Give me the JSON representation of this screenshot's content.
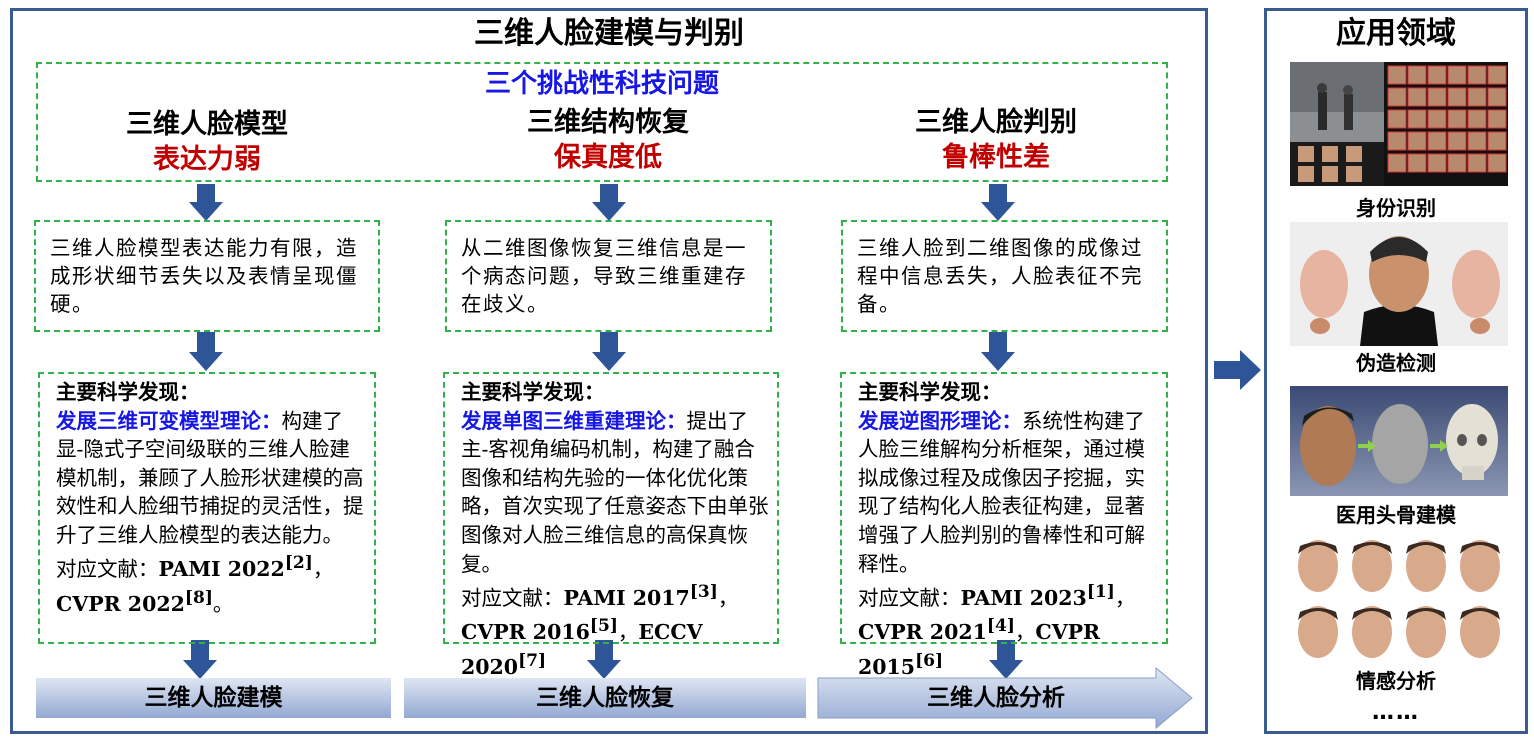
{
  "main_title": "三维人脸建模与判别",
  "challenges": {
    "title": "三个挑战性科技问题",
    "items": [
      {
        "name": "三维人脸模型",
        "issue": "表达力弱"
      },
      {
        "name": "三维结构恢复",
        "issue": "保真度低"
      },
      {
        "name": "三维人脸判别",
        "issue": "鲁棒性差"
      }
    ]
  },
  "descriptions": [
    "三维人脸模型表达能力有限，造成形状细节丢失以及表情呈现僵硬。",
    "从二维图像恢复三维信息是一个病态问题，导致三维重建存在歧义。",
    "三维人脸到二维图像的成像过程中信息丢失，人脸表征不完备。"
  ],
  "findings": [
    {
      "heading": "主要科学发现：",
      "theory": "发展三维可变模型理论：",
      "text": "构建了显-隐式子空间级联的三维人脸建模机制，兼顾了人脸形状建模的高效性和人脸细节捕捉的灵活性，提升了三维人脸模型的表达能力。",
      "refs_label": "对应文献：",
      "ref1": "PAMI  2022",
      "ref1_sup": "[2]",
      "sep": "，",
      "ref2": "CVPR 2022",
      "ref2_sup": "[8]",
      "end": "。"
    },
    {
      "heading": "主要科学发现：",
      "theory": "发展单图三维重建理论：",
      "text": "提出了主-客视角编码机制，构建了融合图像和结构先验的一体化优化策略，首次实现了任意姿态下由单张图像对人脸三维信息的高保真恢复。",
      "refs_label": "对应文献：",
      "ref1": "PAMI  2017",
      "ref1_sup": "[3]",
      "sep": "，",
      "ref2": "CVPR 2016",
      "ref2_sup": "[5]",
      "sep2": "，",
      "ref3": "ECCV 2020",
      "ref3_sup": "[7]"
    },
    {
      "heading": "主要科学发现：",
      "theory": "发展逆图形理论：",
      "text": "系统性构建了人脸三维解构分析框架，通过模拟成像过程及成像因子挖掘，实现了结构化人脸表征构建，显著增强了人脸判别的鲁棒性和可解释性。",
      "refs_label": "对应文献：",
      "ref1": "PAMI 2023",
      "ref1_sup": "[1]",
      "sep": "，",
      "ref2": "CVPR 2021",
      "ref2_sup": "[4]",
      "sep2": "，",
      "ref3": "CVPR 2015",
      "ref3_sup": "[6]"
    }
  ],
  "bands": [
    "三维人脸建模",
    "三维人脸恢复",
    "三维人脸分析"
  ],
  "applications": {
    "title": "应用领域",
    "items": [
      "身份识别",
      "伪造检测",
      "医用头骨建模",
      "情感分析"
    ],
    "more": "……"
  },
  "colors": {
    "frame": "#3a5b8f",
    "arrow": "#2e5597",
    "dashed_border": "#33b24a",
    "blue_text": "#1616e6",
    "red_text": "#c00000"
  }
}
